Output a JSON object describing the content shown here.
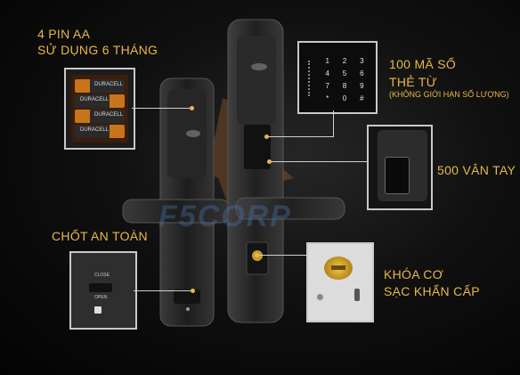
{
  "labels": {
    "battery_line1": "4 PIN AA",
    "battery_line2": "SỬ DỤNG 6 THÁNG",
    "codes_line1": "100 MÃ SỐ",
    "codes_line2": "THẺ TỪ",
    "codes_line3": "(KHÔNG GIỚI HẠN SỐ LƯỢNG)",
    "fingerprint": "500 VÂN TAY",
    "safety_latch": "CHỐT AN TOÀN",
    "mech_line1": "KHÓA CƠ",
    "mech_line2": "SẠC KHẨN CẤP"
  },
  "watermark": "F5CORP",
  "keypad_keys": [
    "1",
    "2",
    "3",
    "4",
    "5",
    "6",
    "7",
    "8",
    "9",
    "*",
    "0",
    "#"
  ],
  "battery_labels": [
    "DURACELL",
    "DURACELL",
    "DURACELL",
    "DURACELL"
  ],
  "latch_labels": {
    "close": "CLOSE",
    "open": "OPEN"
  },
  "colors": {
    "accent": "#e8b84a",
    "lock_body": "#2b2b2b",
    "inset_border": "#c9c9c9"
  }
}
